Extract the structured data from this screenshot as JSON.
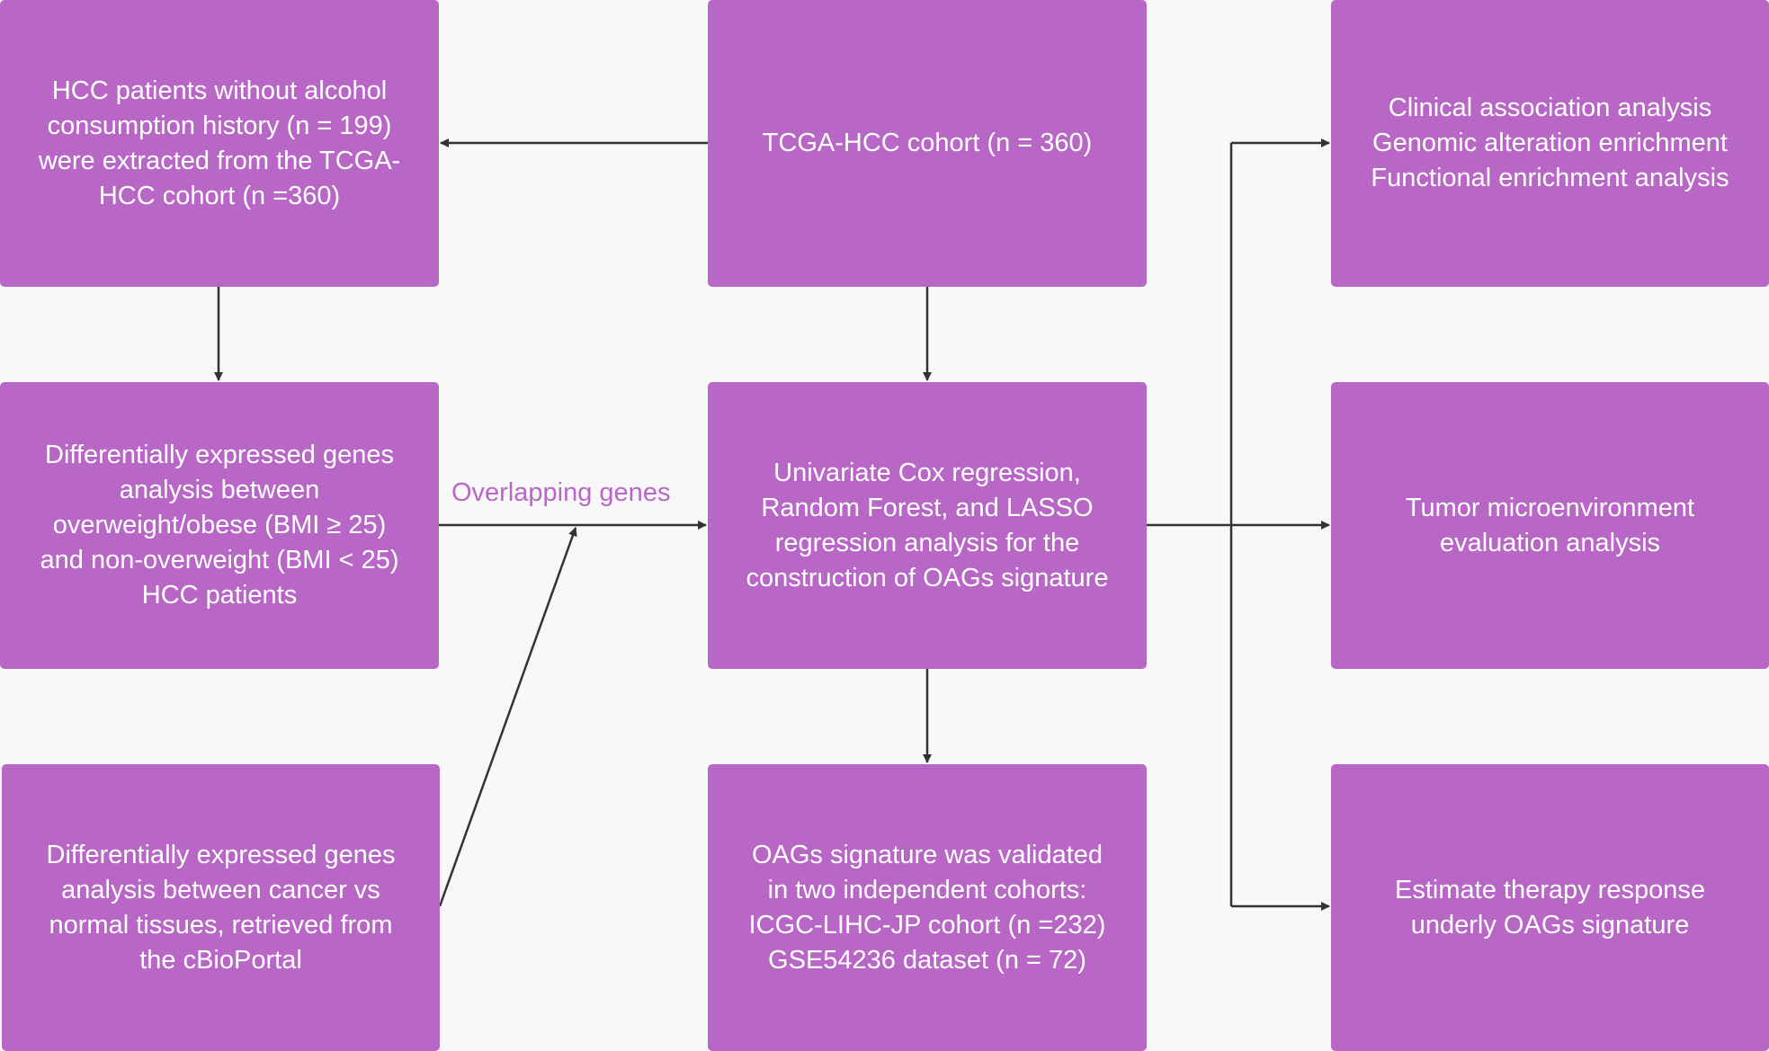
{
  "boxes": {
    "alcohol_filter": [
      "HCC patients without alcohol",
      "consumption history (n = 199)",
      "were extracted from the TCGA-",
      "HCC cohort (n =360)"
    ],
    "tcga_cohort": [
      "TCGA-HCC cohort (n = 360)"
    ],
    "downstream_analyses": [
      "Clinical association analysis",
      "Genomic alteration enrichment",
      "Functional enrichment analysis"
    ],
    "deg_bmi": [
      "Differentially expressed genes",
      "analysis between",
      "overweight/obese (BMI ≥ 25)",
      "and non-overweight (BMI < 25)",
      "HCC patients"
    ],
    "signature_construction": [
      "Univariate Cox regression,",
      "Random Forest, and LASSO",
      "regression analysis for the",
      "construction of OAGs signature"
    ],
    "tumor_microenvironment": [
      "Tumor microenvironment",
      "evaluation analysis"
    ],
    "deg_cancer_normal": [
      "Differentially expressed genes",
      "analysis between cancer vs",
      "normal tissues, retrieved from",
      "the cBioPortal"
    ],
    "validation": [
      "OAGs signature was validated",
      "in two independent cohorts:",
      "ICGC-LIHC-JP cohort (n =232)",
      "GSE54236 dataset (n = 72)"
    ],
    "therapy_response": [
      "Estimate therapy response",
      "underly OAGs signature"
    ]
  },
  "edge_labels": {
    "overlap": "Overlapping genes"
  },
  "colors": {
    "box_fill": "#b967c7",
    "box_text": "#ffffff",
    "arrow": "#333333",
    "label": "#b967c7",
    "background": "#f8f8f8"
  }
}
